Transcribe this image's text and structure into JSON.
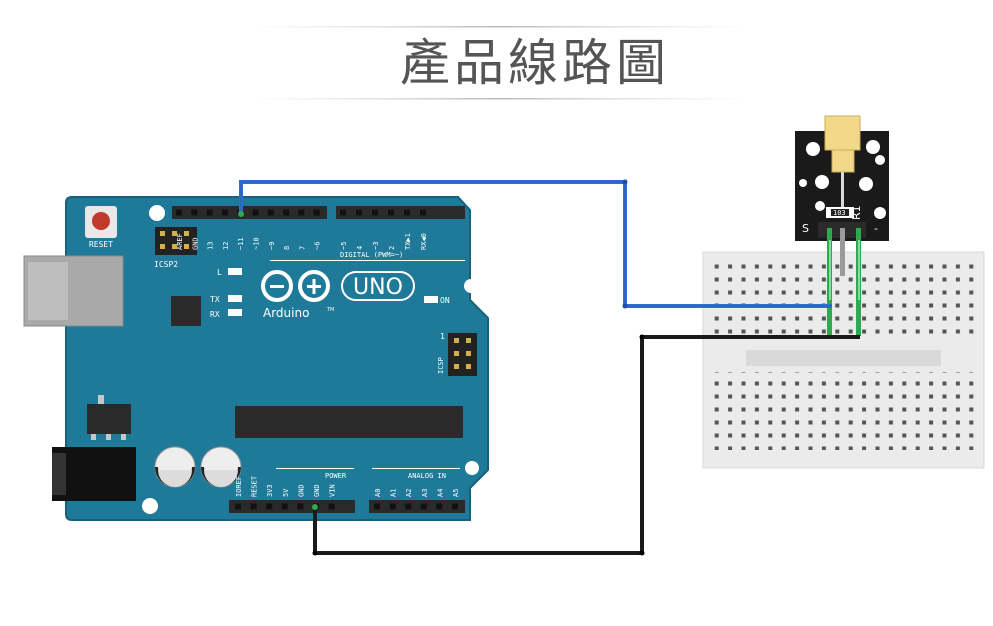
{
  "title": "產品線路圖",
  "arduino": {
    "reset_label": "RESET",
    "icsp2_label": "ICSP2",
    "icsp_label": "ICSP",
    "icsp_pin1": "1",
    "l_label": "L",
    "tx_label": "TX",
    "rx_label": "RX",
    "on_label": "ON",
    "uno_label": "UNO",
    "brand_label": "Arduino",
    "tm_label": "TM",
    "digital_label": "DIGITAL (PWM=~)",
    "power_label": "POWER",
    "analog_label": "ANALOG IN",
    "digital_pins": [
      "AREF",
      "GND",
      "13",
      "12",
      "~11",
      "~10",
      "~9",
      "8",
      "7",
      "~6",
      "~5",
      "4",
      "~3",
      "2",
      "TX▶1",
      "RX◀0"
    ],
    "power_pins": [
      "IOREF",
      "RESET",
      "3V3",
      "5V",
      "GND",
      "GND",
      "VIN"
    ],
    "analog_pins": [
      "A0",
      "A1",
      "A2",
      "A3",
      "A4",
      "A5"
    ]
  },
  "laser_module": {
    "s_label": "S",
    "minus_label": "-",
    "resistor_label": "R1",
    "resistor_code": "103"
  },
  "colors": {
    "board": "#1f7a99",
    "board_edge": "#16607a",
    "signal_wire": "#2f6fd1",
    "ground_wire": "#1a1a1a",
    "module_pin": "#2fa84f",
    "laser_body": "#f2d98a",
    "breadboard": "#eaeaea"
  }
}
